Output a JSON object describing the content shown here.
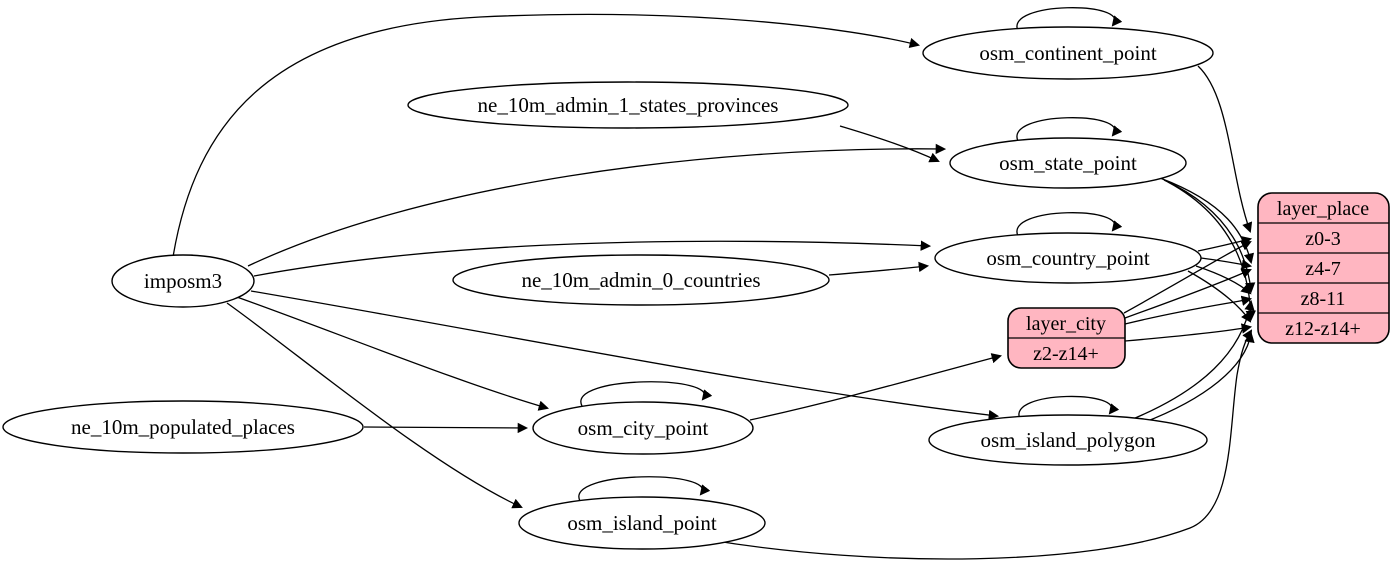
{
  "diagram": {
    "kind": "etl-dependency-graph",
    "colors": {
      "background": "#ffffff",
      "table_fill": "#ffffff",
      "layer_fill": "#ffb6c1",
      "stroke": "#000000",
      "text": "#000000"
    },
    "nodes": {
      "imposm3": {
        "label": "imposm3"
      },
      "ne_10m_admin_1_states_provinces": {
        "label": "ne_10m_admin_1_states_provinces"
      },
      "ne_10m_admin_0_countries": {
        "label": "ne_10m_admin_0_countries"
      },
      "ne_10m_populated_places": {
        "label": "ne_10m_populated_places"
      },
      "osm_continent_point": {
        "label": "osm_continent_point",
        "self_loop": true
      },
      "osm_state_point": {
        "label": "osm_state_point",
        "self_loop": true
      },
      "osm_country_point": {
        "label": "osm_country_point",
        "self_loop": true
      },
      "osm_city_point": {
        "label": "osm_city_point",
        "self_loop": true
      },
      "osm_island_polygon": {
        "label": "osm_island_polygon",
        "self_loop": true
      },
      "osm_island_point": {
        "label": "osm_island_point",
        "self_loop": true
      }
    },
    "layers": {
      "layer_place": {
        "title": "layer_place",
        "rows": [
          "z0-3",
          "z4-7",
          "z8-11",
          "z12-z14+"
        ]
      },
      "layer_city": {
        "title": "layer_city",
        "rows": [
          "z2-z14+"
        ]
      }
    },
    "edges": [
      {
        "from": "imposm3",
        "to": "osm_continent_point"
      },
      {
        "from": "imposm3",
        "to": "osm_state_point"
      },
      {
        "from": "imposm3",
        "to": "osm_country_point"
      },
      {
        "from": "imposm3",
        "to": "osm_city_point"
      },
      {
        "from": "imposm3",
        "to": "osm_island_polygon"
      },
      {
        "from": "imposm3",
        "to": "osm_island_point"
      },
      {
        "from": "ne_10m_admin_1_states_provinces",
        "to": "osm_state_point"
      },
      {
        "from": "ne_10m_admin_0_countries",
        "to": "osm_country_point"
      },
      {
        "from": "ne_10m_populated_places",
        "to": "osm_city_point"
      },
      {
        "from": "osm_continent_point",
        "to": "osm_continent_point",
        "self_loop": true
      },
      {
        "from": "osm_state_point",
        "to": "osm_state_point",
        "self_loop": true
      },
      {
        "from": "osm_country_point",
        "to": "osm_country_point",
        "self_loop": true
      },
      {
        "from": "osm_city_point",
        "to": "osm_city_point",
        "self_loop": true
      },
      {
        "from": "osm_island_polygon",
        "to": "osm_island_polygon",
        "self_loop": true
      },
      {
        "from": "osm_island_point",
        "to": "osm_island_point",
        "self_loop": true
      },
      {
        "from": "osm_city_point",
        "to": "layer_city",
        "to_row": "z2-z14+"
      },
      {
        "from": "osm_continent_point",
        "to": "layer_place",
        "to_row": "z0-3"
      },
      {
        "from": "osm_country_point",
        "to": "layer_place",
        "to_row": "z0-3"
      },
      {
        "from": "osm_country_point",
        "to": "layer_place",
        "to_row": "z4-7"
      },
      {
        "from": "osm_country_point",
        "to": "layer_place",
        "to_row": "z8-11"
      },
      {
        "from": "osm_country_point",
        "to": "layer_place",
        "to_row": "z12-z14+"
      },
      {
        "from": "osm_state_point",
        "to": "layer_place",
        "to_row": "z4-7"
      },
      {
        "from": "osm_state_point",
        "to": "layer_place",
        "to_row": "z8-11"
      },
      {
        "from": "osm_state_point",
        "to": "layer_place",
        "to_row": "z12-z14+"
      },
      {
        "from": "layer_city",
        "to": "layer_place",
        "to_row": "z0-3"
      },
      {
        "from": "layer_city",
        "to": "layer_place",
        "to_row": "z4-7"
      },
      {
        "from": "layer_city",
        "to": "layer_place",
        "to_row": "z8-11"
      },
      {
        "from": "layer_city",
        "to": "layer_place",
        "to_row": "z12-z14+"
      },
      {
        "from": "osm_island_polygon",
        "to": "layer_place",
        "to_row": "z8-11"
      },
      {
        "from": "osm_island_polygon",
        "to": "layer_place",
        "to_row": "z12-z14+"
      },
      {
        "from": "osm_island_point",
        "to": "layer_place",
        "to_row": "z12-z14+"
      }
    ]
  }
}
